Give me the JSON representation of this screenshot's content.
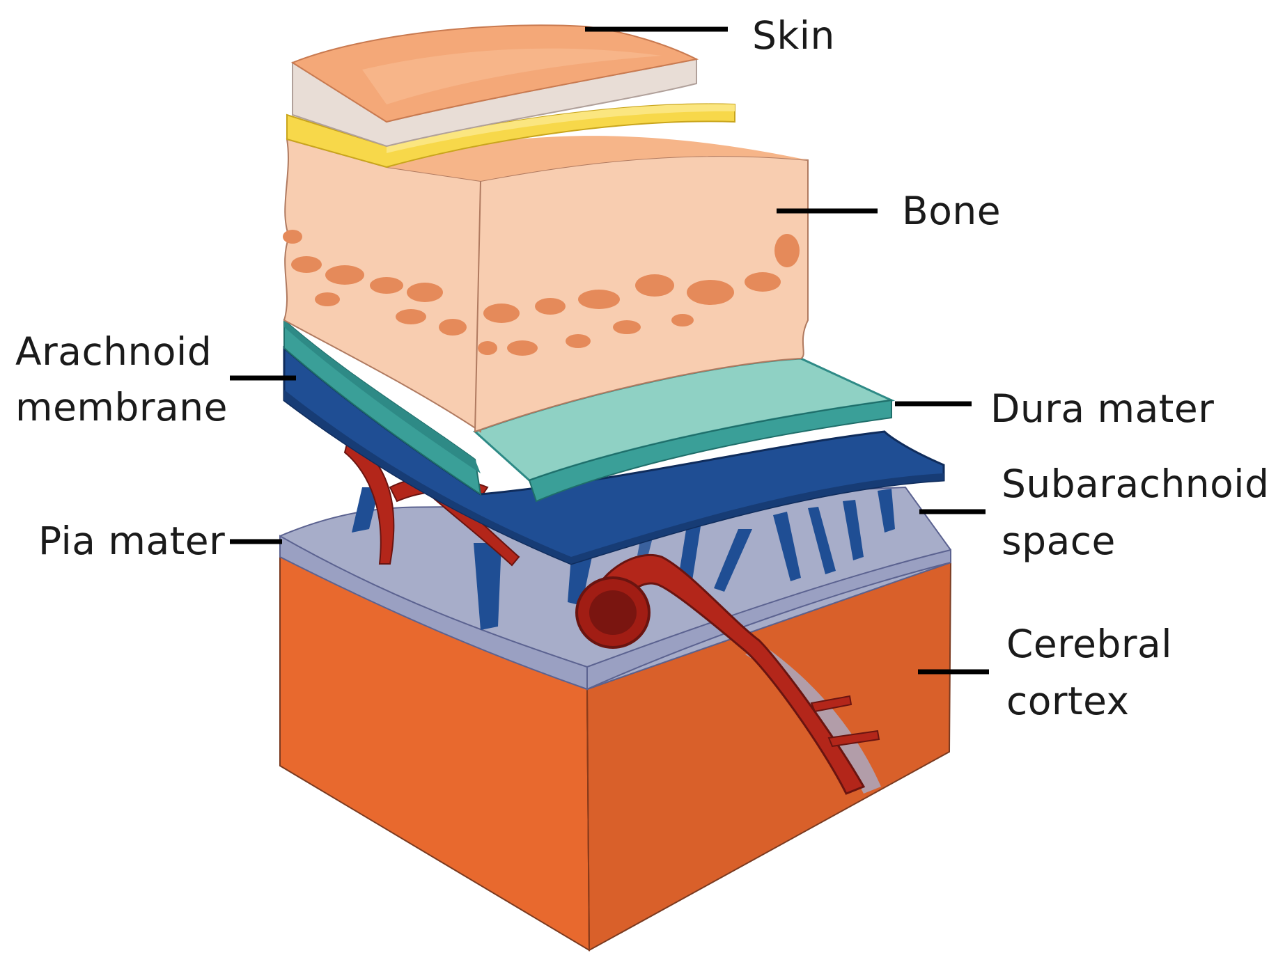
{
  "labels": {
    "skin": "Skin",
    "bone": "Bone",
    "arachnoid_line1": "Arachnoid",
    "arachnoid_line2": "membrane",
    "dura": "Dura mater",
    "subarachnoid_line1": "Subarachnoid",
    "subarachnoid_line2": "space",
    "pia": "Pia mater",
    "cortex_line1": "Cerebral",
    "cortex_line2": "cortex"
  },
  "colors": {
    "skin": "#f4a878",
    "skin_side": "#e8ddd6",
    "fat_layer": "#f7d84a",
    "bone": "#f8cdb0",
    "bone_marrow": "#e58a5a",
    "dura": "#6fbfb0",
    "dura_side": "#2e8a86",
    "arachnoid": "#1f4e94",
    "pia": "#a7adc9",
    "cortex": "#e8692e",
    "artery": "#b3261a"
  }
}
